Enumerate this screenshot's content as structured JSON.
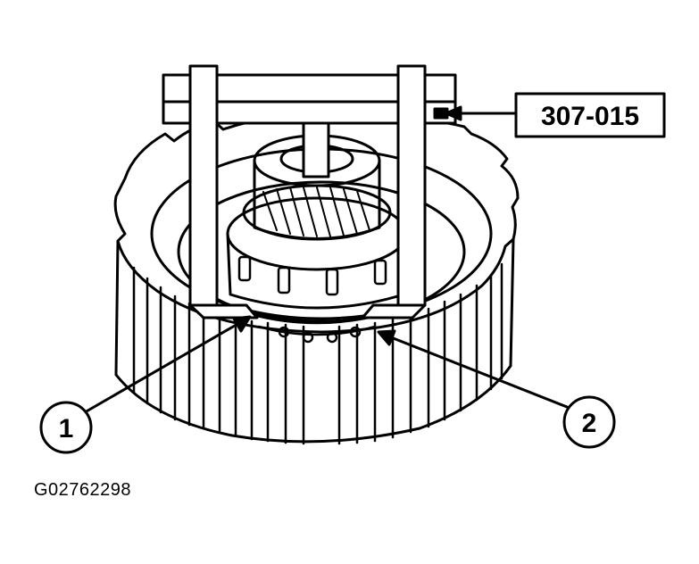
{
  "tool_label": "307-015",
  "callouts": [
    {
      "number": "1"
    },
    {
      "number": "2"
    }
  ],
  "figure_id": "G02762298",
  "colors": {
    "ink": "#000000",
    "paper": "#ffffff"
  }
}
